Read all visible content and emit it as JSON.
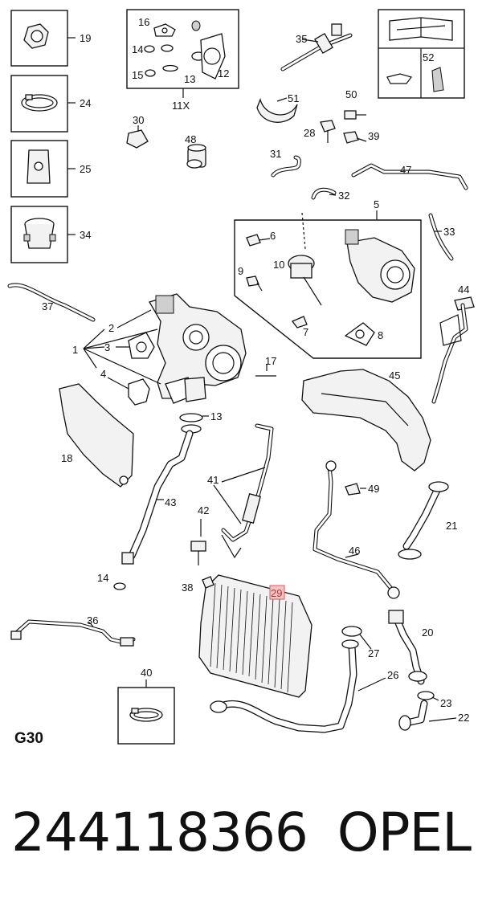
{
  "diagram": {
    "group_code": "G30",
    "labels": {
      "l19": "19",
      "l24": "24",
      "l25": "25",
      "l34": "34",
      "l16": "16",
      "l14a": "14",
      "l15": "15",
      "l13a": "13",
      "l12": "12",
      "l11x": "11X",
      "l35": "35",
      "l52": "52",
      "l30": "30",
      "l48": "48",
      "l51": "51",
      "l50": "50",
      "l28": "28",
      "l39": "39",
      "l31": "31",
      "l47": "47",
      "l32": "32",
      "l5": "5",
      "l6": "6",
      "l10": "10",
      "l9": "9",
      "l7": "7",
      "l8": "8",
      "l33": "33",
      "l37": "37",
      "l44": "44",
      "l2": "2",
      "l1": "1",
      "l3": "3",
      "l4": "4",
      "l17": "17",
      "l45": "45",
      "l13b": "13",
      "l18": "18",
      "l41": "41",
      "l49": "49",
      "l43": "43",
      "l42": "42",
      "l21": "21",
      "l46": "46",
      "l14b": "14",
      "l38": "38",
      "l29": "29",
      "l36": "36",
      "l20": "20",
      "l27": "27",
      "l26": "26",
      "l40": "40",
      "l23": "23",
      "l22": "22"
    },
    "highlighted_part": "29",
    "highlight_color": "#f4c4c4"
  },
  "footer": {
    "part_number": "244118366",
    "brand": "OPEL"
  }
}
